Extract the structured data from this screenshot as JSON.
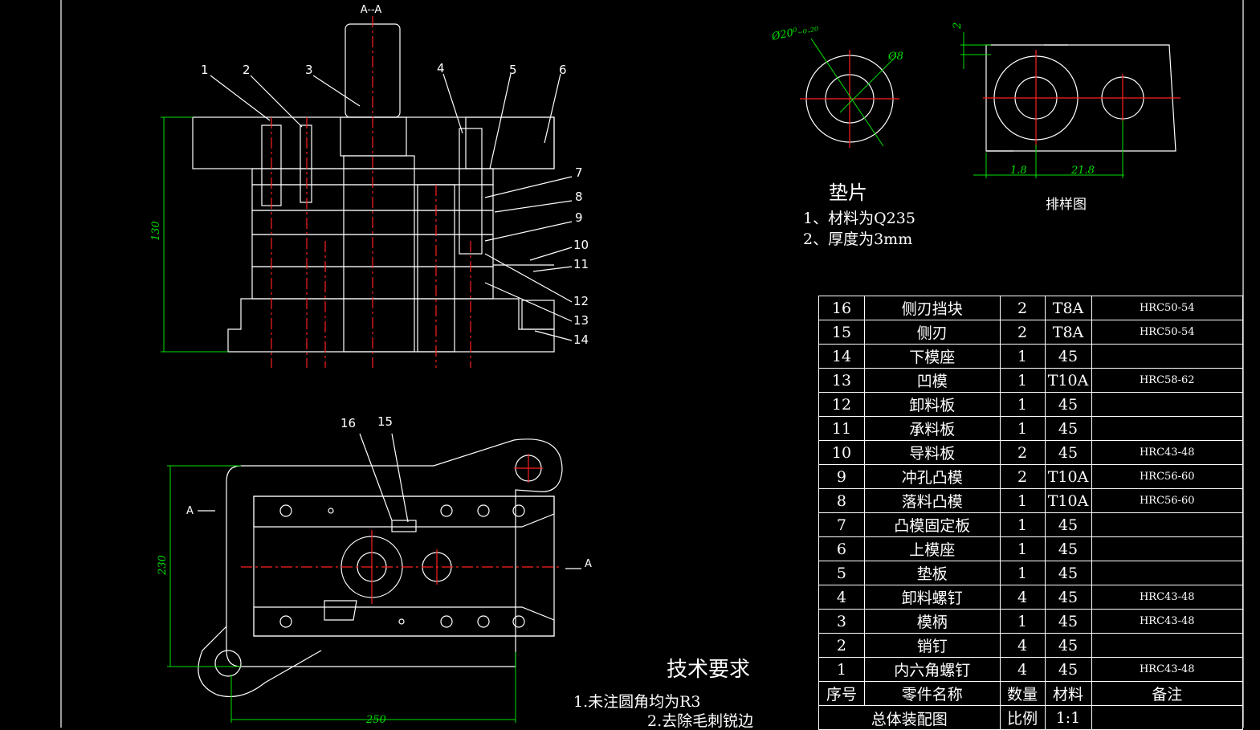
{
  "section_label": "A--A",
  "section_markers": [
    "A",
    "A"
  ],
  "part_callouts": [
    "1",
    "2",
    "3",
    "4",
    "5",
    "6",
    "7",
    "8",
    "9",
    "10",
    "11",
    "12",
    "13",
    "14",
    "15",
    "16"
  ],
  "dimensions": {
    "height_main": "130",
    "height_plan": "230",
    "width_plan": "250",
    "washer_outer": "Ø20⁰₋₀.₂₀",
    "washer_inner": "Ø8",
    "layout_pitch": "21.8",
    "layout_edge": "1.8",
    "layout_top": "2"
  },
  "washer": {
    "title": "垫片",
    "notes": [
      "1、材料为Q235",
      "2、厚度为3mm"
    ]
  },
  "layout_title": "排样图",
  "tech_requirements": {
    "title": "技术要求",
    "items": [
      "1.未注圆角均为R3",
      "2.去除毛刺锐边"
    ]
  },
  "bom": {
    "rows": [
      {
        "no": "16",
        "name": "侧刃挡块",
        "qty": "2",
        "mat": "T8A",
        "note": "HRC50-54"
      },
      {
        "no": "15",
        "name": "侧刃",
        "qty": "2",
        "mat": "T8A",
        "note": "HRC50-54"
      },
      {
        "no": "14",
        "name": "下模座",
        "qty": "1",
        "mat": "45",
        "note": ""
      },
      {
        "no": "13",
        "name": "凹模",
        "qty": "1",
        "mat": "T10A",
        "note": "HRC58-62"
      },
      {
        "no": "12",
        "name": "卸料板",
        "qty": "1",
        "mat": "45",
        "note": ""
      },
      {
        "no": "11",
        "name": "承料板",
        "qty": "1",
        "mat": "45",
        "note": ""
      },
      {
        "no": "10",
        "name": "导料板",
        "qty": "2",
        "mat": "45",
        "note": "HRC43-48"
      },
      {
        "no": "9",
        "name": "冲孔凸模",
        "qty": "2",
        "mat": "T10A",
        "note": "HRC56-60"
      },
      {
        "no": "8",
        "name": "落料凸模",
        "qty": "1",
        "mat": "T10A",
        "note": "HRC56-60"
      },
      {
        "no": "7",
        "name": "凸模固定板",
        "qty": "1",
        "mat": "45",
        "note": ""
      },
      {
        "no": "6",
        "name": "上模座",
        "qty": "1",
        "mat": "45",
        "note": ""
      },
      {
        "no": "5",
        "name": "垫板",
        "qty": "1",
        "mat": "45",
        "note": ""
      },
      {
        "no": "4",
        "name": "卸料螺钉",
        "qty": "4",
        "mat": "45",
        "note": "HRC43-48"
      },
      {
        "no": "3",
        "name": "模柄",
        "qty": "1",
        "mat": "45",
        "note": "HRC43-48"
      },
      {
        "no": "2",
        "name": "销钉",
        "qty": "4",
        "mat": "45",
        "note": ""
      },
      {
        "no": "1",
        "name": "内六角螺钉",
        "qty": "4",
        "mat": "45",
        "note": "HRC43-48"
      }
    ],
    "header": {
      "no": "序号",
      "name": "零件名称",
      "qty": "数量",
      "mat": "材料",
      "note": "备注"
    },
    "footer": {
      "scale_label": "比例",
      "scale_value": "1:1",
      "drawing_name": "总体装配图"
    }
  }
}
